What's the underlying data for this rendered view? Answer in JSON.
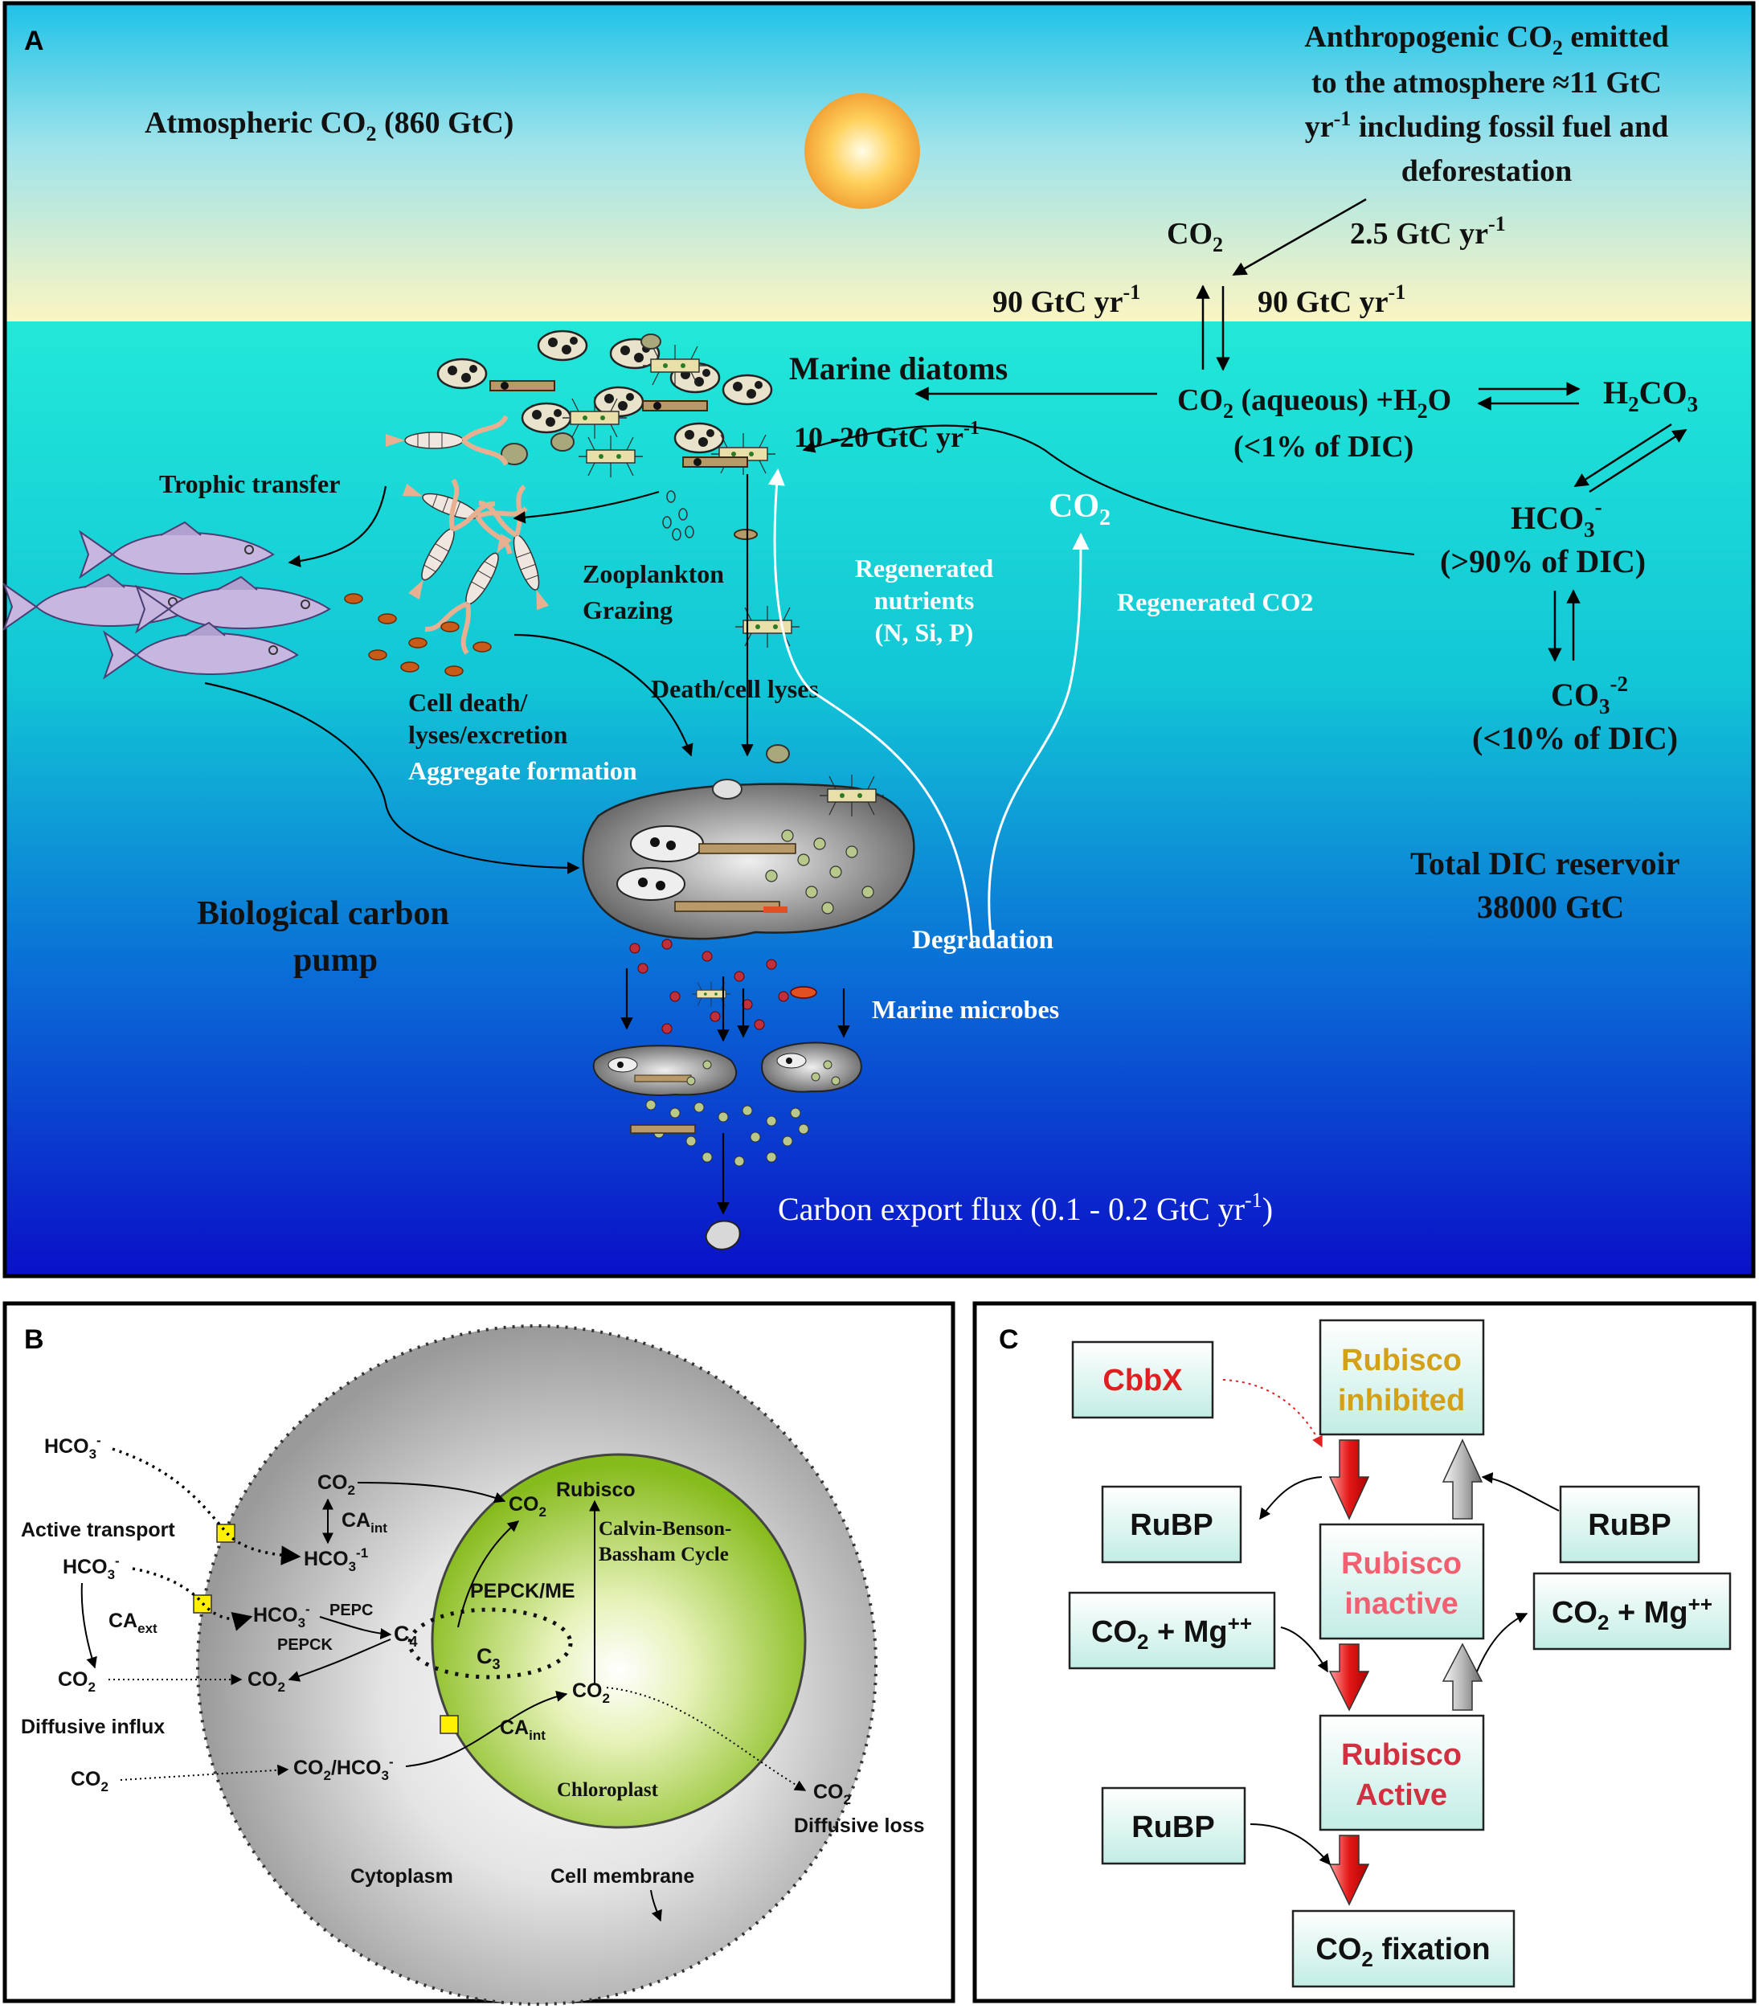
{
  "panelA": {
    "letter": "A",
    "atmospheric": {
      "pre": "Atmospheric CO",
      "sub": "2",
      "post": " (860 GtC)"
    },
    "anthro": {
      "line1_pre": "Anthropogenic CO",
      "line1_sub": "2",
      "line1_post": " emitted",
      "line2": "to the atmosphere ≈11 GtC",
      "line3_pre": "yr",
      "line3_sup": "-1",
      "line3_post": " including fossil fuel and",
      "line4": "deforestation"
    },
    "co2_top": {
      "pre": "CO",
      "sub": "2"
    },
    "flux_25": {
      "pre": "2.5 GtC yr",
      "sup": "-1"
    },
    "flux_90_left": {
      "pre": "90 GtC yr",
      "sup": "-1"
    },
    "flux_90_right": {
      "pre": "90 GtC yr",
      "sup": "-1"
    },
    "marine_diatoms": "Marine diatoms",
    "flux_10_20": {
      "pre": "10 -20 GtC yr",
      "sup": "-1"
    },
    "co2_aqueous": {
      "pre": "CO",
      "sub": "2",
      "post": " (aqueous) +H",
      "sub2": "2",
      "post2": "O"
    },
    "co2_aqueous_pct": "(<1% of DIC)",
    "h2co3": {
      "pre": "H",
      "sub": "2",
      "mid": "CO",
      "sub2": "3"
    },
    "hco3": {
      "pre": "HCO",
      "sub": "3",
      "sup": "-"
    },
    "hco3_pct": "(>90% of DIC)",
    "co3": {
      "pre": "CO",
      "sub": "3",
      "sup": "-2"
    },
    "co3_pct": "(<10% of DIC)",
    "trophic_transfer": "Trophic transfer",
    "zooplankton_1": "Zooplankton",
    "zooplankton_2": "Grazing",
    "regen_nutrients_1": "Regenerated",
    "regen_nutrients_2": "nutrients",
    "regen_nutrients_3": "(N, Si, P)",
    "co2_white": {
      "pre": "CO",
      "sub": "2"
    },
    "regen_co2": "Regenerated CO2",
    "cell_death_1": "Cell death/",
    "cell_death_2": "lyses/excretion",
    "death_lyses": "Death/cell lyses",
    "aggregate": "Aggregate formation",
    "total_dic_1": "Total DIC reservoir",
    "total_dic_2": "38000 GtC",
    "bio_pump_1": "Biological carbon",
    "bio_pump_2": "pump",
    "degradation": "Degradation",
    "marine_microbes": "Marine microbes",
    "export_flux": {
      "pre": "Carbon export flux (0.1 - 0.2 GtC yr",
      "sup": "-1",
      "post": ")"
    }
  },
  "panelB": {
    "letter": "B",
    "hco3_top": {
      "pre": "HCO",
      "sub": "3",
      "sup": "-"
    },
    "active_transport": "Active transport",
    "hco3_mid": {
      "pre": "HCO",
      "sub": "3",
      "sup": "-"
    },
    "ca_ext": {
      "pre": "CA",
      "sub": "ext"
    },
    "co2_left": {
      "pre": "CO",
      "sub": "2"
    },
    "diffusive_influx": "Diffusive influx",
    "co2_bottom_left": {
      "pre": "CO",
      "sub": "2"
    },
    "cyt_co2": {
      "pre": "CO",
      "sub": "2"
    },
    "ca_int_top": {
      "pre": "CA",
      "sub": "int"
    },
    "cyt_hco3_top": {
      "pre": "HCO",
      "sub": "3",
      "sup": "-1"
    },
    "cyt_hco3_mid": {
      "pre": "HCO",
      "sub": "3",
      "sup": "-"
    },
    "pepc": "PEPC",
    "pepck": "PEPCK",
    "cyt_co2_mid": {
      "pre": "CO",
      "sub": "2"
    },
    "c4": {
      "pre": "C",
      "sub": "4"
    },
    "c3": {
      "pre": "C",
      "sub": "3"
    },
    "co2_hco3": {
      "pre": "CO",
      "sub": "2",
      "mid": "/HCO",
      "sub2": "3",
      "sup": "-"
    },
    "chl_co2": {
      "pre": "CO",
      "sub": "2"
    },
    "rubisco": "Rubisco",
    "calvin_1": "Calvin-Benson-",
    "calvin_2": "Bassham Cycle",
    "pepck_me": "PEPCK/ME",
    "chl_co2_bottom": {
      "pre": "CO",
      "sub": "2"
    },
    "ca_int_bottom": {
      "pre": "CA",
      "sub": "int"
    },
    "chloroplast": "Chloroplast",
    "co2_right": {
      "pre": "CO",
      "sub": "2"
    },
    "diffusive_loss": "Diffusive loss",
    "cytoplasm": "Cytoplasm",
    "cell_membrane": "Cell membrane"
  },
  "panelC": {
    "letter": "C",
    "cbbx": "CbbX",
    "rubisco_inhibited_1": "Rubisco",
    "rubisco_inhibited_2": "inhibited",
    "rubp_left": "RuBP",
    "rubp_right": "RuBP",
    "rubisco_inactive_1": "Rubisco",
    "rubisco_inactive_2": "inactive",
    "co2mg_left": {
      "pre": "CO",
      "sub": "2",
      "post": " + Mg",
      "sup": "++"
    },
    "co2mg_right": {
      "pre": "CO",
      "sub": "2",
      "post": " + Mg",
      "sup": "++"
    },
    "rubisco_active_1": "Rubisco",
    "rubisco_active_2": "Active",
    "rubp_bottom": "RuBP",
    "co2_fixation": {
      "pre": "CO",
      "sub": "2",
      "post": " fixation"
    },
    "colors": {
      "cbbx": "#e02020",
      "inhibited": "#d4a017",
      "inactive": "#f06070",
      "active": "#d03040"
    }
  }
}
